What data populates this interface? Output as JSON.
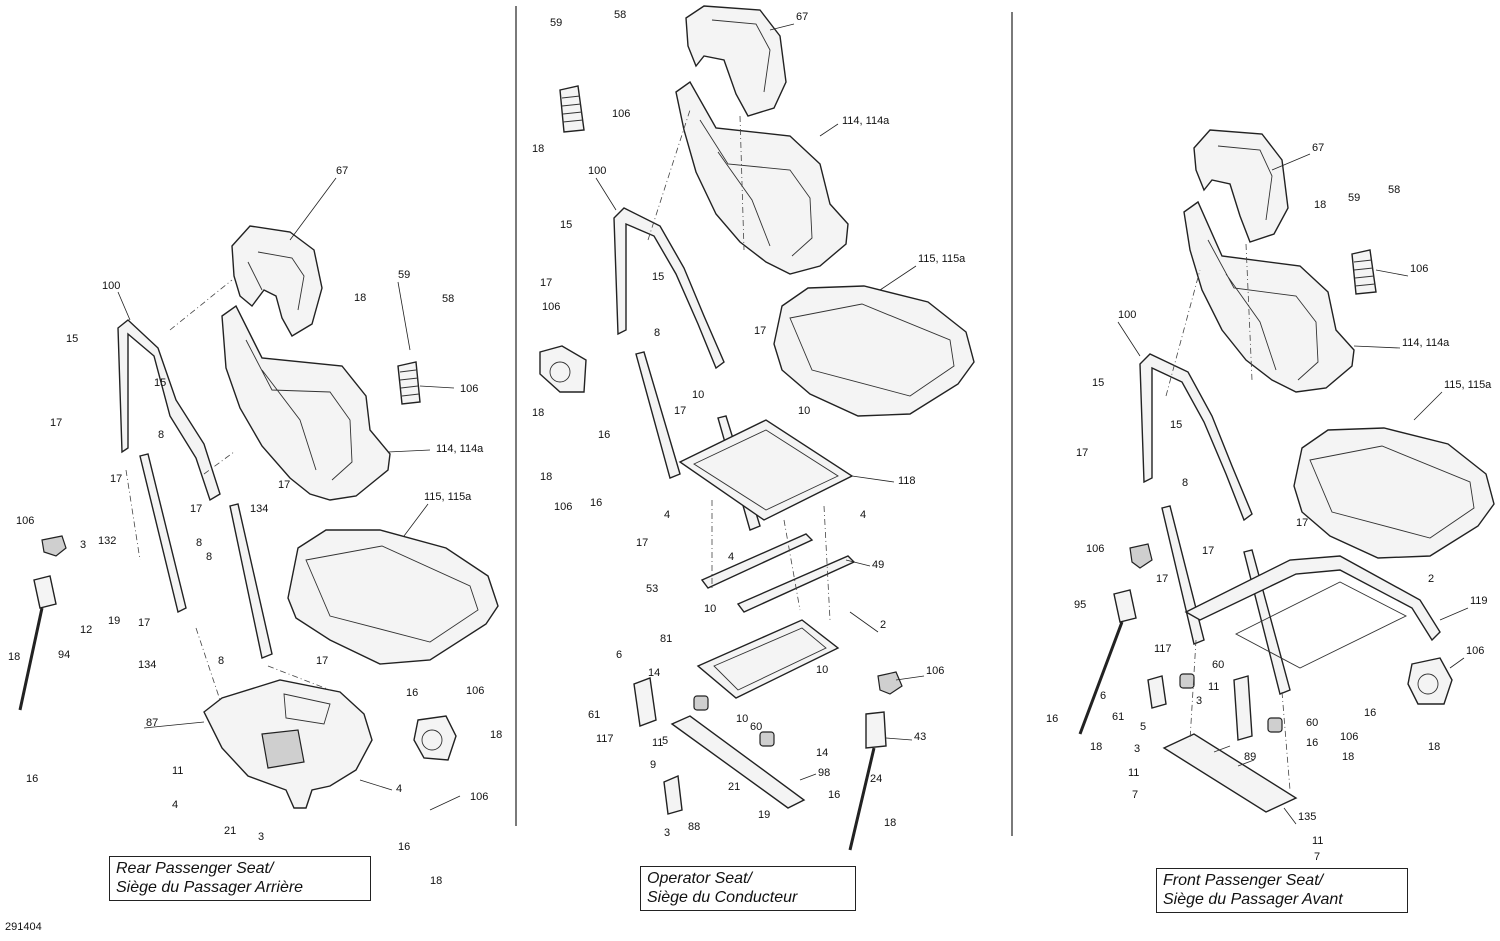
{
  "drawing_number": "291404",
  "sections": [
    {
      "id": "rear",
      "title_line1": "Rear Passenger Seat/",
      "title_line2": "Siège du Passager Arrière"
    },
    {
      "id": "operator",
      "title_line1": "Operator Seat/",
      "title_line2": "Siège du Conducteur"
    },
    {
      "id": "front",
      "title_line1": "Front Passenger Seat/",
      "title_line2": "Siège du Passager Avant"
    }
  ],
  "callouts": {
    "rear": [
      "67",
      "100",
      "15",
      "15",
      "17",
      "8",
      "114, 114a",
      "59",
      "18",
      "58",
      "106",
      "17",
      "17",
      "17",
      "134",
      "115, 115a",
      "106",
      "3",
      "132",
      "8",
      "8",
      "94",
      "12",
      "19",
      "17",
      "134",
      "17",
      "8",
      "18",
      "16",
      "87",
      "11",
      "4",
      "21",
      "3",
      "4",
      "16",
      "106",
      "18",
      "106",
      "16",
      "18"
    ],
    "operator": [
      "59",
      "58",
      "67",
      "18",
      "106",
      "114, 114a",
      "100",
      "15",
      "15",
      "17",
      "8",
      "106",
      "17",
      "115, 115a",
      "18",
      "10",
      "10",
      "16",
      "17",
      "18",
      "118",
      "106",
      "16",
      "4",
      "4",
      "17",
      "4",
      "49",
      "53",
      "10",
      "2",
      "81",
      "6",
      "14",
      "10",
      "106",
      "61",
      "117",
      "5",
      "60",
      "10",
      "11",
      "14",
      "43",
      "9",
      "21",
      "98",
      "24",
      "16",
      "88",
      "3",
      "19",
      "18"
    ],
    "front": [
      "67",
      "18",
      "59",
      "58",
      "106",
      "100",
      "114, 114a",
      "15",
      "15",
      "17",
      "8",
      "115, 115a",
      "17",
      "17",
      "106",
      "2",
      "17",
      "95",
      "119",
      "117",
      "60",
      "106",
      "6",
      "61",
      "11",
      "3",
      "5",
      "16",
      "16",
      "18",
      "89",
      "60",
      "3",
      "16",
      "106",
      "11",
      "18",
      "18",
      "7",
      "135",
      "11",
      "7"
    ]
  }
}
